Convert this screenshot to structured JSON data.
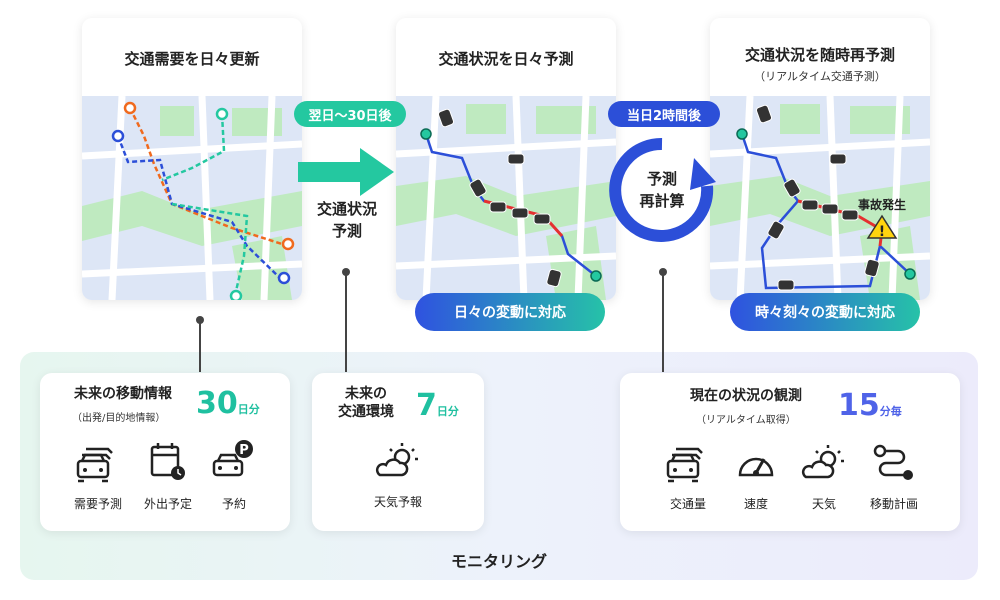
{
  "maps": [
    {
      "title": "交通需要を日々更新",
      "subtitle": ""
    },
    {
      "title": "交通状況を日々予測",
      "subtitle": ""
    },
    {
      "title": "交通状況を随時再予測",
      "subtitle": "（リアルタイム交通予測）"
    }
  ],
  "flow1": {
    "pill": "翌日〜30日後",
    "text_line1": "交通状況",
    "text_line2": "予測"
  },
  "flow2": {
    "pill": "当日2時間後",
    "text_line1": "予測",
    "text_line2": "再計算"
  },
  "callouts": {
    "daily": "日々の変動に対応",
    "moment": "時々刻々の変動に対応"
  },
  "accident_label": "事故発生",
  "monitoring_label": "モニタリング",
  "cards": {
    "future_move": {
      "title": "未来の移動情報",
      "subtitle": "（出発/目的地情報）",
      "number": "30",
      "unit": "日分",
      "items": [
        "需要予測",
        "外出予定",
        "予約"
      ]
    },
    "future_env": {
      "title_line1": "未来の",
      "title_line2": "交通環境",
      "number": "7",
      "unit": "日分",
      "items": [
        "天気予報"
      ]
    },
    "current": {
      "title": "現在の状況の観測",
      "subtitle": "（リアルタイム取得）",
      "number": "15",
      "unit": "分毎",
      "items": [
        "交通量",
        "速度",
        "天気",
        "移動計画"
      ]
    }
  },
  "colors": {
    "teal": "#24c8a0",
    "blue": "#2c4fd8",
    "orange": "#f06a1e",
    "green_num": "#1fc0a0",
    "blue_num": "#4f63e8",
    "map_bg": "#dde6f6",
    "map_green": "#bfeac0",
    "route_red": "#e53030"
  }
}
